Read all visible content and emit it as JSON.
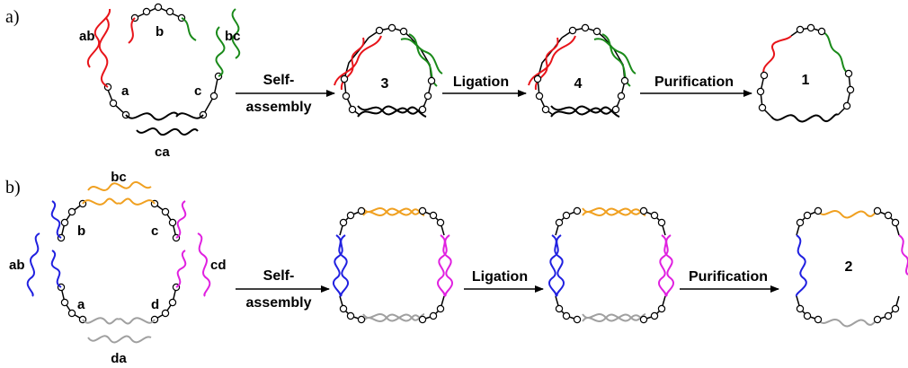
{
  "panel_a": {
    "label": "a)",
    "strand_labels": {
      "ab": "ab",
      "b": "b",
      "bc": "bc",
      "a": "a",
      "c": "c",
      "ca": "ca"
    },
    "steps": {
      "self_assembly_line1": "Self-",
      "self_assembly_line2": "assembly",
      "ligation": "Ligation",
      "purification": "Purification"
    },
    "compounds": {
      "first": "3",
      "second": "4",
      "third": "1"
    }
  },
  "panel_b": {
    "label": "b)",
    "strand_labels": {
      "bc": "bc",
      "b": "b",
      "c": "c",
      "ab": "ab",
      "cd": "cd",
      "a": "a",
      "d": "d",
      "da": "da"
    },
    "steps": {
      "self_assembly_line1": "Self-",
      "self_assembly_line2": "assembly",
      "ligation": "Ligation",
      "purification": "Purification"
    },
    "compounds": {
      "third": "2"
    }
  },
  "colors": {
    "red": "#e8141a",
    "green": "#1a8a1a",
    "black": "#000000",
    "orange": "#f0a020",
    "blue": "#2020e0",
    "magenta": "#e020e0",
    "gray": "#a0a0a0"
  }
}
